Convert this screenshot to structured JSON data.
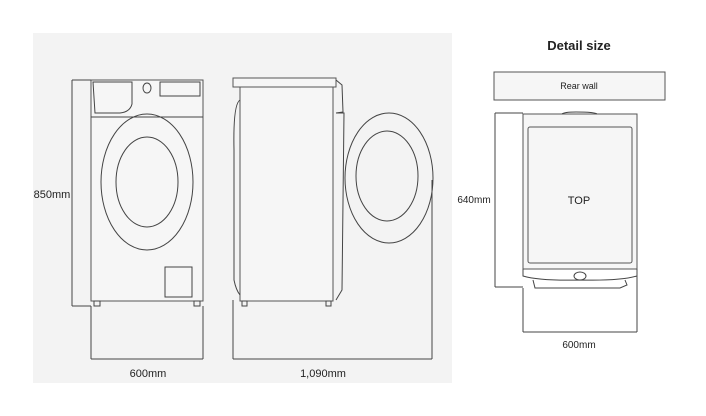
{
  "front_view": {
    "height_label": "850mm",
    "width_label": "600mm"
  },
  "side_view": {
    "depth_label": "1,090mm"
  },
  "detail": {
    "title": "Detail size",
    "rear_wall_label": "Rear wall",
    "top_label": "TOP",
    "depth_label": "640mm",
    "width_label": "600mm"
  },
  "colors": {
    "panel_bg": "#f3f3f3",
    "line": "#444444"
  }
}
